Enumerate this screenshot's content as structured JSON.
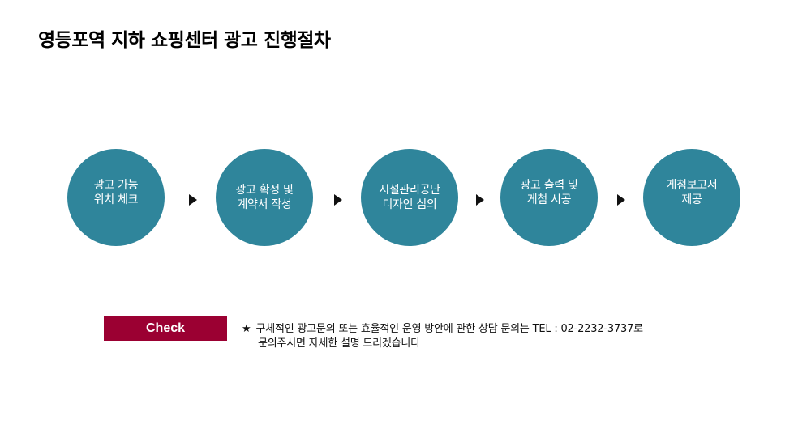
{
  "title": "영등포역 지하 쇼핑센터 광고 진행절차",
  "steps": [
    {
      "label": "광고 가능\n위치 체크"
    },
    {
      "label": "광고 확정 및\n계약서 작성"
    },
    {
      "label": "시설관리공단\n디자인 심의"
    },
    {
      "label": "광고 출력 및\n게첨 시공"
    },
    {
      "label": "게첨보고서\n제공"
    }
  ],
  "check": {
    "label": "Check",
    "color": "#9b0032"
  },
  "notice": {
    "icon": "star-icon",
    "star": "★",
    "line1": "구체적인 광고문의 또는 효율적인 운영 방안에 관한  상담 문의는  TEL : 02-2232-3737로",
    "line2": "문의주시면 자세한 설명 드리겠습니다"
  },
  "colors": {
    "circle": "#2f859b",
    "arrow": "#111111"
  }
}
